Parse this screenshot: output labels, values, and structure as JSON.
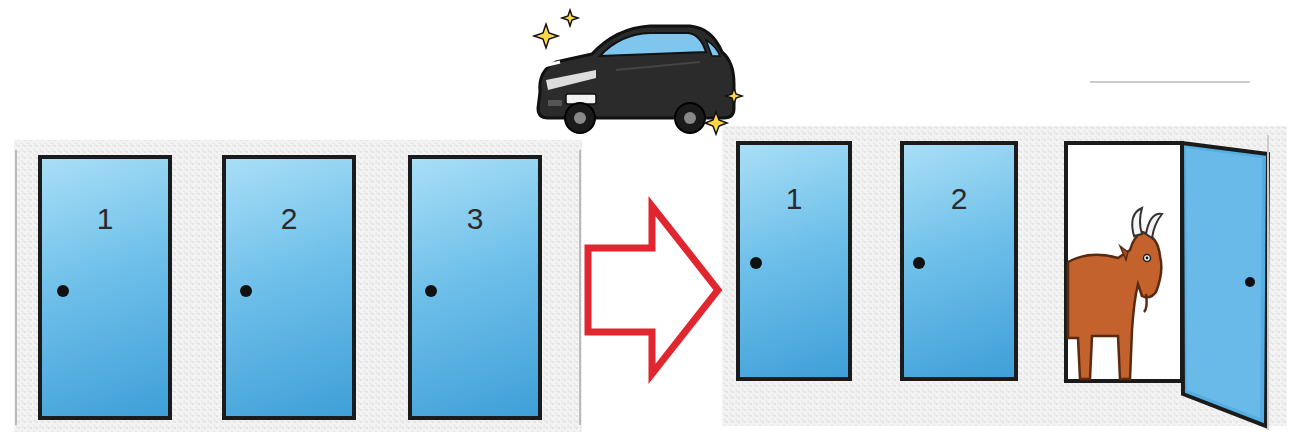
{
  "diagram": {
    "nodes": [
      {
        "text": [
          "1"
        ]
      },
      {
        "text": [
          "2"
        ]
      },
      {
        "text": [
          "3"
        ]
      },
      {
        "text": [
          "1"
        ]
      },
      {
        "text": [
          "2"
        ]
      }
    ]
  }
}
